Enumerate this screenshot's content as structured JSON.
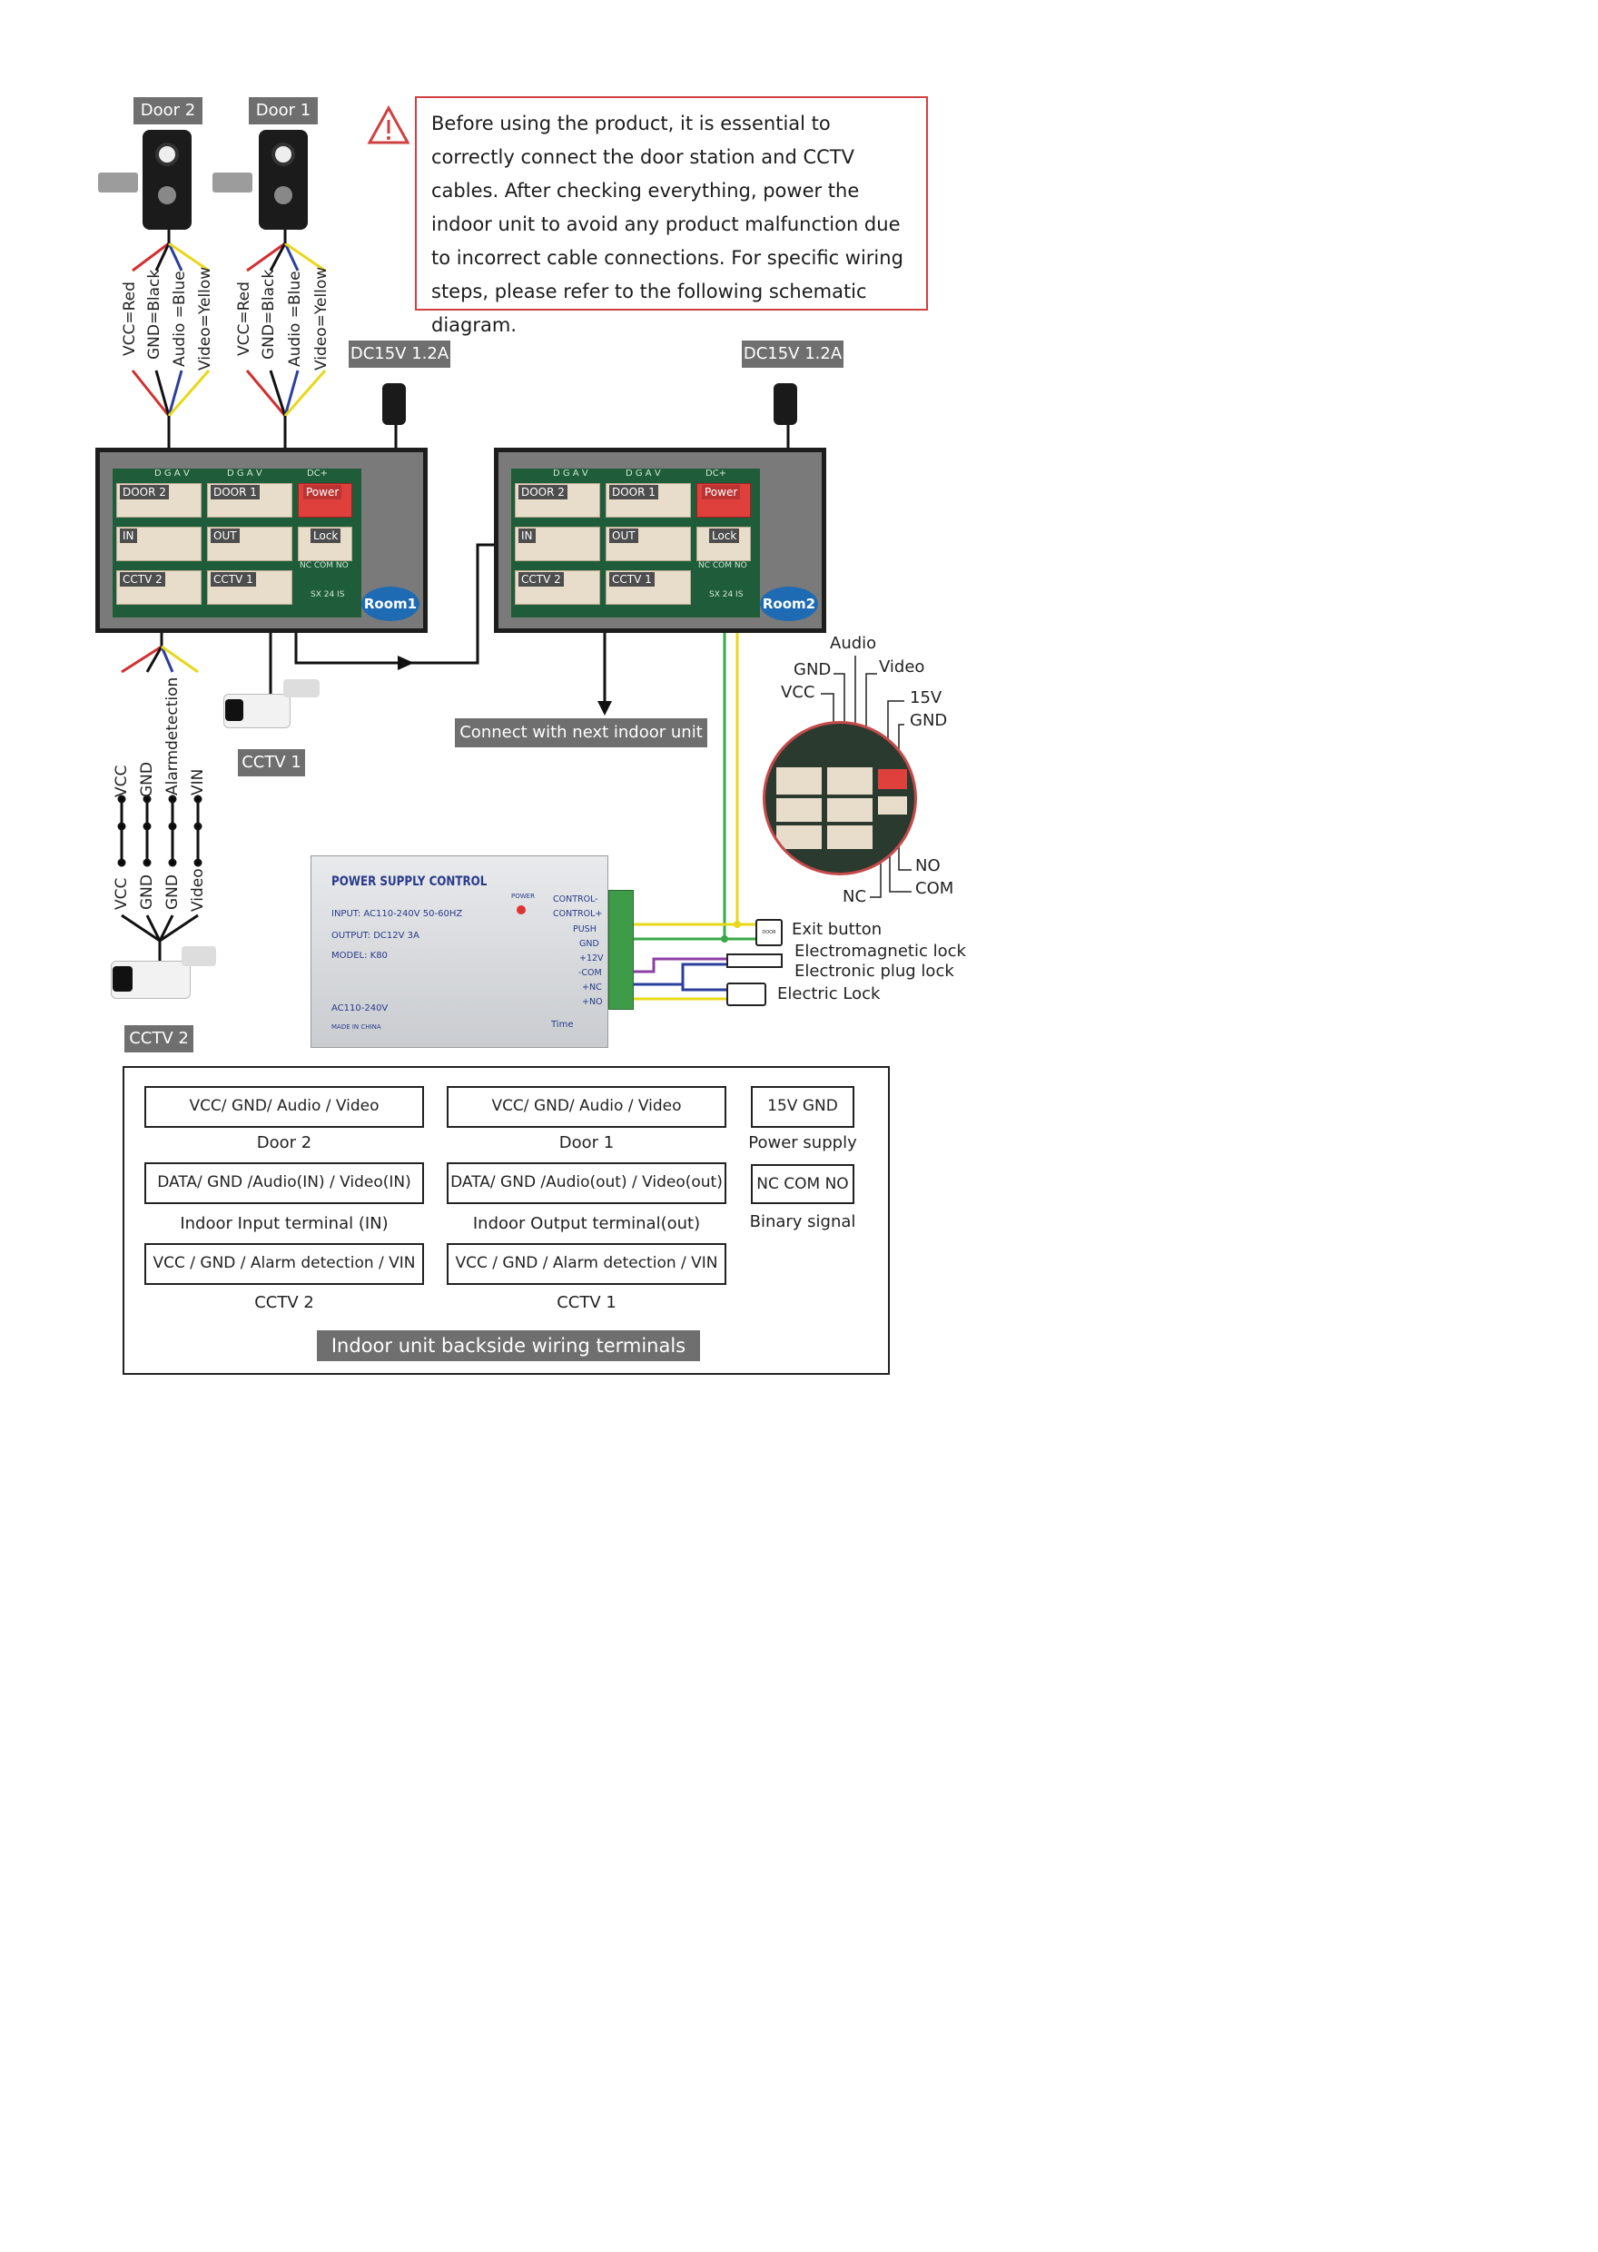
{
  "doors": [
    {
      "label": "Door 2"
    },
    {
      "label": "Door 1"
    }
  ],
  "door_wires": [
    "VCC=Red",
    "GND=Black",
    "Audio =Blue",
    "Video=Yellow"
  ],
  "warning_text": "Before using the product, it is essential to correctly connect the door station and CCTV cables. After checking everything, power the indoor unit to avoid any product malfunction due to incorrect cable connections. For specific wiring steps, please refer to the following schematic diagram.",
  "power_adapters": [
    "DC15V 1.2A",
    "DC15V 1.2A"
  ],
  "units": [
    {
      "room": "Room1"
    },
    {
      "room": "Room2"
    }
  ],
  "connector_labels": {
    "door2": "DOOR 2",
    "door1": "DOOR 1",
    "power": "Power",
    "in": "IN",
    "out": "OUT",
    "lock": "Lock",
    "cctv2": "CCTV 2",
    "cctv1": "CCTV 1",
    "dgav1": "D G A V",
    "dgav2": "D G A V",
    "dc": "DC+",
    "nccomno": "NC COM NO",
    "sx": "SX 24 IS"
  },
  "cctv_wires_top": [
    "VCC",
    "GND",
    "Alarmdetection",
    "VIN"
  ],
  "cctv_wires_bottom": [
    "VCC",
    "GND",
    "GND",
    "Video"
  ],
  "cctv_labels": [
    "CCTV 1",
    "CCTV 2"
  ],
  "next_unit": "Connect with next indoor unit",
  "zoom_labels": {
    "audio": "Audio",
    "gnd": "GND",
    "video": "Video",
    "vcc": "VCC",
    "v15": "15V",
    "gnd2": "GND",
    "no": "NO",
    "com": "COM",
    "nc": "NC"
  },
  "psu": {
    "title": "POWER SUPPLY CONTROL",
    "input": "INPUT:  AC110-240V  50-60HZ",
    "output": "OUTPUT:  DC12V  3A",
    "model": "MODEL:  K80",
    "ac": "AC110-240V",
    "made": "MADE IN CHINA",
    "power": "POWER",
    "time": "Time",
    "terminals": [
      "CONTROL-",
      "CONTROL+",
      "PUSH",
      "GND",
      "+12V",
      "-COM",
      "+NC",
      "+NO"
    ]
  },
  "devices": [
    "Exit button",
    "Electromagnetic lock",
    "Electronic plug lock",
    "Electric Lock"
  ],
  "exit_button_text": "DOOR EXIT",
  "legend": {
    "door2_box": "VCC/ GND/ Audio / Video",
    "door2_cap": "Door 2",
    "door1_box": "VCC/ GND/ Audio / Video",
    "door1_cap": "Door 1",
    "power_box": "15V  GND",
    "power_cap": "Power supply",
    "in_box": "DATA/ GND /Audio(IN) / Video(IN)",
    "in_cap": "Indoor  Input terminal (IN)",
    "out_box": "DATA/ GND /Audio(out) / Video(out)",
    "out_cap": "Indoor  Output terminal(out)",
    "sig_box": "NC COM NO",
    "sig_cap": "Binary signal",
    "cctv2_box": "VCC / GND / Alarm detection / VIN",
    "cctv2_cap": "CCTV 2",
    "cctv1_box": "VCC / GND / Alarm detection / VIN",
    "cctv1_cap": "CCTV 1",
    "title": "Indoor unit backside wiring terminals"
  },
  "colors": {
    "red": "#d32f2f",
    "black": "#111111",
    "blue": "#2b3f9e",
    "yellow": "#e8d81a",
    "green": "#3aa84a",
    "purple": "#8e3fa3",
    "warning_border": "#d04040"
  }
}
